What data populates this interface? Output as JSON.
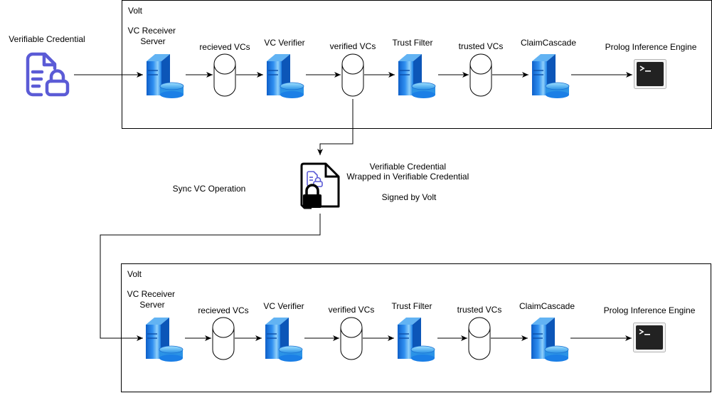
{
  "source": {
    "label": "Verifiable Credential"
  },
  "note": {
    "line1": "Verifiable Credential",
    "line2": "Wrapped in Verifiable Credential",
    "line3": "Signed by Volt"
  },
  "sync_label": "Sync VC Operation",
  "volts": [
    {
      "title": "Volt",
      "receiver": {
        "line1": "VC Receiver",
        "line2": "Server"
      },
      "queues": [
        "recieved VCs",
        "verified VCs",
        "trusted VCs"
      ],
      "stages": [
        "VC Verifier",
        "Trust Filter",
        "ClaimCascade"
      ],
      "engine": "Prolog Inference Engine"
    },
    {
      "title": "Volt",
      "receiver": {
        "line1": "VC Receiver",
        "line2": "Server"
      },
      "queues": [
        "recieved VCs",
        "verified VCs",
        "trusted VCs"
      ],
      "stages": [
        "VC Verifier",
        "Trust Filter",
        "ClaimCascade"
      ],
      "engine": "Prolog Inference Engine"
    }
  ],
  "colors": {
    "credential_icon": "#5b5bd6",
    "server_blue": "#1b7fe6",
    "disk_blue": "#4fb8ee",
    "terminal": "#222222"
  }
}
